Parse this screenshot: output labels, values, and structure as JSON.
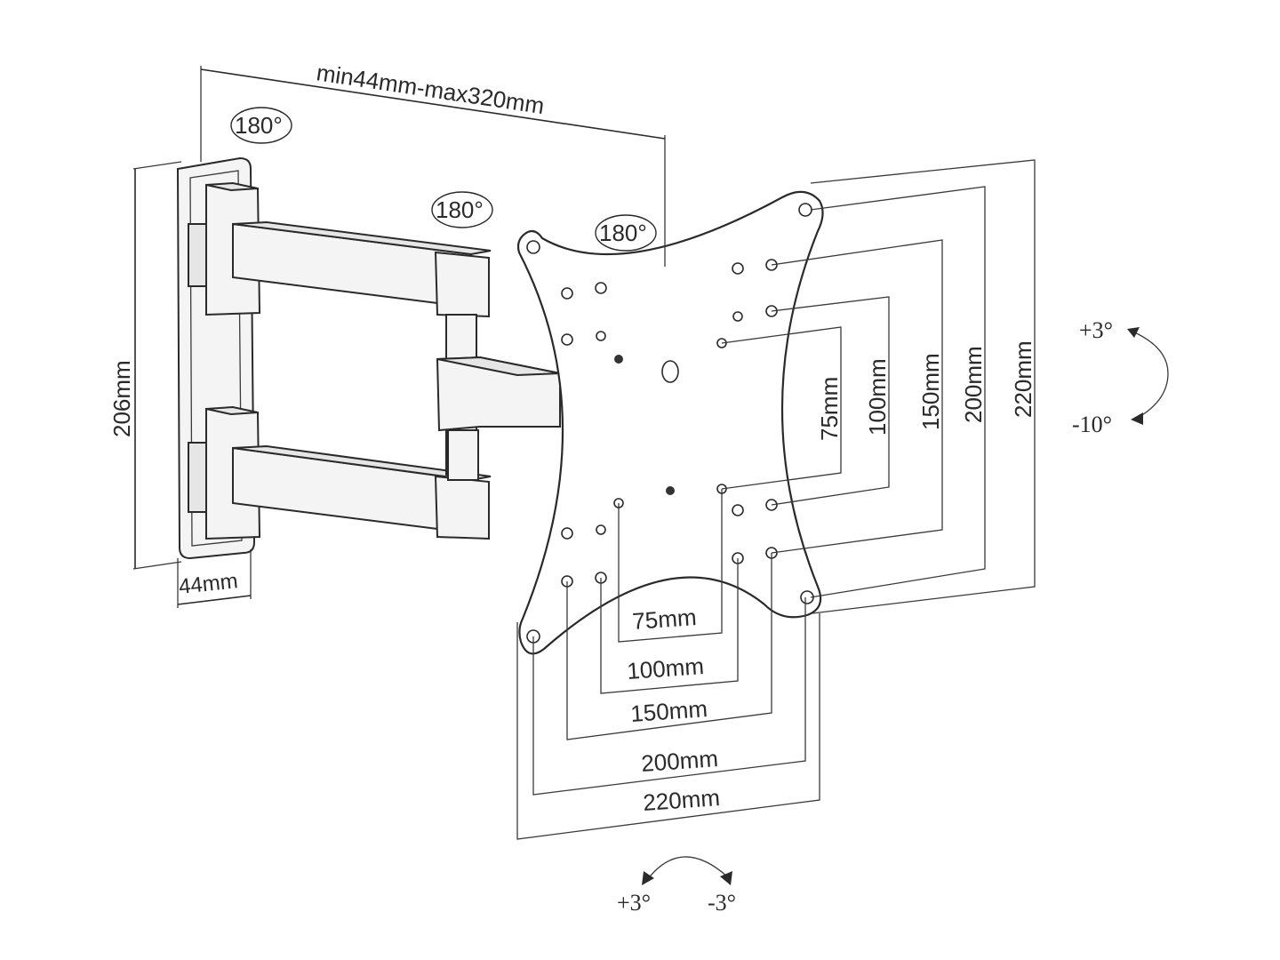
{
  "labels": {
    "arm_extension": "min44mm-max320mm",
    "rotation_wall": "180°",
    "rotation_middle": "180°",
    "rotation_head": "180°",
    "wall_plate_height": "206mm",
    "wall_plate_depth": "44mm",
    "vesa_v_75": "75mm",
    "vesa_v_100": "100mm",
    "vesa_v_150": "150mm",
    "vesa_v_200": "200mm",
    "vesa_v_220": "220mm",
    "vesa_h_75": "75mm",
    "vesa_h_100": "100mm",
    "vesa_h_150": "150mm",
    "vesa_h_200": "200mm",
    "vesa_h_220": "220mm",
    "tilt_up": "+3°",
    "tilt_down": "-10°",
    "swivel_left": "+3°",
    "swivel_right": "-3°"
  },
  "colors": {
    "ink": "#2a2a2a",
    "background": "#ffffff"
  }
}
